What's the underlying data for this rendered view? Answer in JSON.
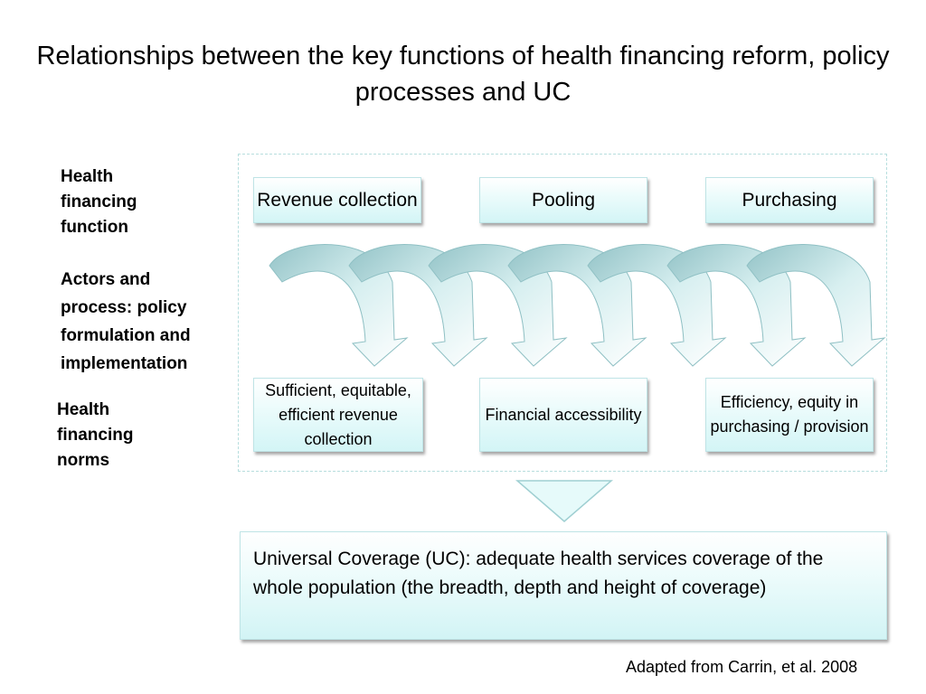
{
  "title": "Relationships between the key functions of health financing reform, policy processes and UC",
  "side_labels": {
    "function": "Health\nfinancing\nfunction",
    "actors": "Actors and\nprocess: policy\nformulation and\nimplementation",
    "norms": "Health\nfinancing\nnorms"
  },
  "functions": [
    "Revenue collection",
    "Pooling",
    "Purchasing"
  ],
  "norms": [
    "Sufficient, equitable, efficient revenue collection",
    "Financial accessibility",
    "Efficiency, equity in purchasing / provision"
  ],
  "outcome": "Universal Coverage (UC): adequate health services coverage of the whole population (the breadth, depth and height of coverage)",
  "source": "Adapted from Carrin, et al. 2008",
  "colors": {
    "box_fill": "#d3f5f6",
    "arrow_fill": "#a9d2d5",
    "border": "#bfe4e6"
  }
}
